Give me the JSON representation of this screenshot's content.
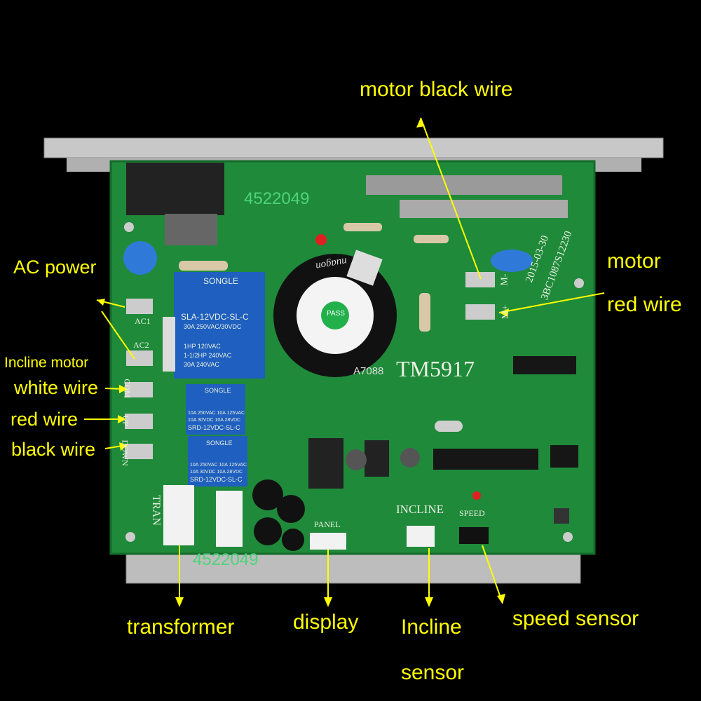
{
  "board": {
    "part_number_top": "4522049",
    "part_number_bottom": "4522049",
    "model": "TM5917",
    "date_code": "2015-03-30",
    "serial": "3BC1087S12230",
    "relay1": [
      "SONGLE",
      "SLA-12VDC-SL-C",
      "30A 250VAC/30VDC",
      "1HP 120VAC",
      "1-1/2HP 240VAC",
      "30A 240VAC"
    ],
    "relay2": [
      "SONGLE",
      "10A 250VAC 10A 125VAC",
      "10A 30VDC 10A 28VDC",
      "SRD-12VDC-SL-C"
    ],
    "relay3": [
      "SONGLE",
      "10A 250VAC 10A 125VAC",
      "10A 30VDC 10A 28VDC",
      "SRD-12VDC-SL-C"
    ],
    "capacitor_brand": "nuagon",
    "capacitor_code": "A7088",
    "capacitor_pass": "PASS",
    "silk": {
      "ac1": "AC1",
      "ac2": "AC2",
      "com": "COM",
      "up": "UP",
      "down": "DOWN",
      "tran": "TRAN",
      "panel": "PANEL",
      "incline": "INCLINE",
      "speed": "SPEED",
      "m_minus": "M-",
      "m_plus": "M+"
    }
  },
  "labels": {
    "motor_black_wire": "motor black wire",
    "motor": "motor",
    "red_wire_motor": "red wire",
    "ac_power": "AC power",
    "incline_motor": "Incline motor",
    "white_wire": "white wire",
    "red_wire": "red wire",
    "black_wire": "black wire",
    "transformer": "transformer",
    "display": "display",
    "incline_sensor_1": "Incline",
    "incline_sensor_2": "sensor",
    "speed_sensor": "speed sensor"
  },
  "colors": {
    "pcb": "#1f8a3a",
    "label": "#ffff00",
    "heatsink": "#c8c8c8",
    "relay": "#1f5fbf",
    "background": "#000000"
  }
}
